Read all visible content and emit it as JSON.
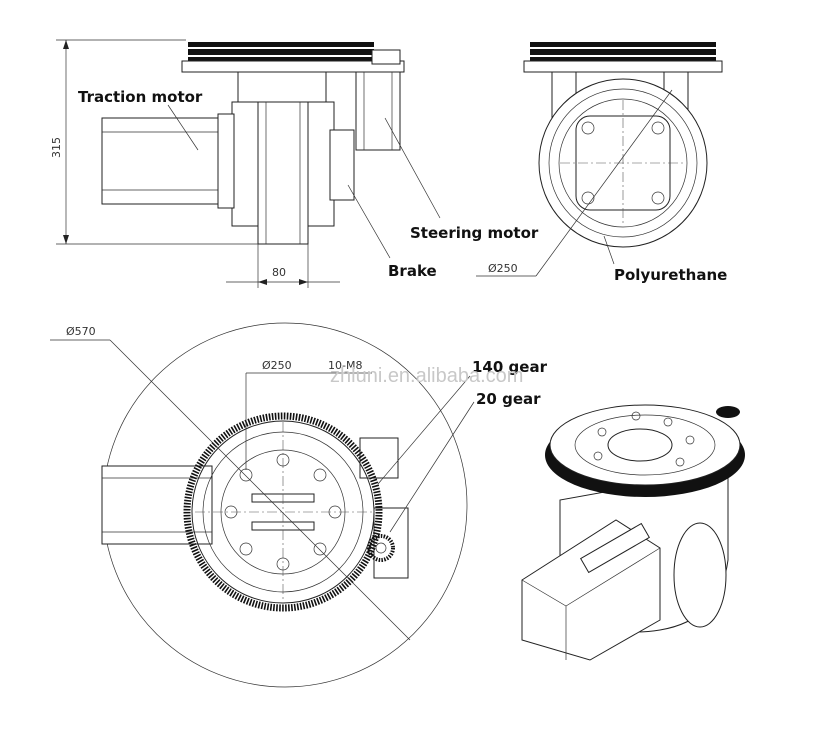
{
  "labels": {
    "traction_motor": "Traction motor",
    "steering_motor": "Steering motor",
    "brake": "Brake",
    "polyurethane": "Polyurethane",
    "gear_140": "140 gear",
    "gear_20": "20 gear"
  },
  "dimensions": {
    "height": "315",
    "wheel_width": "80",
    "dia_250_side": "Ø250",
    "dia_570": "Ø570",
    "dia_250_top": "Ø250",
    "bolt_spec": "10-M8"
  },
  "watermark": "zhluni.en.alibaba.com"
}
